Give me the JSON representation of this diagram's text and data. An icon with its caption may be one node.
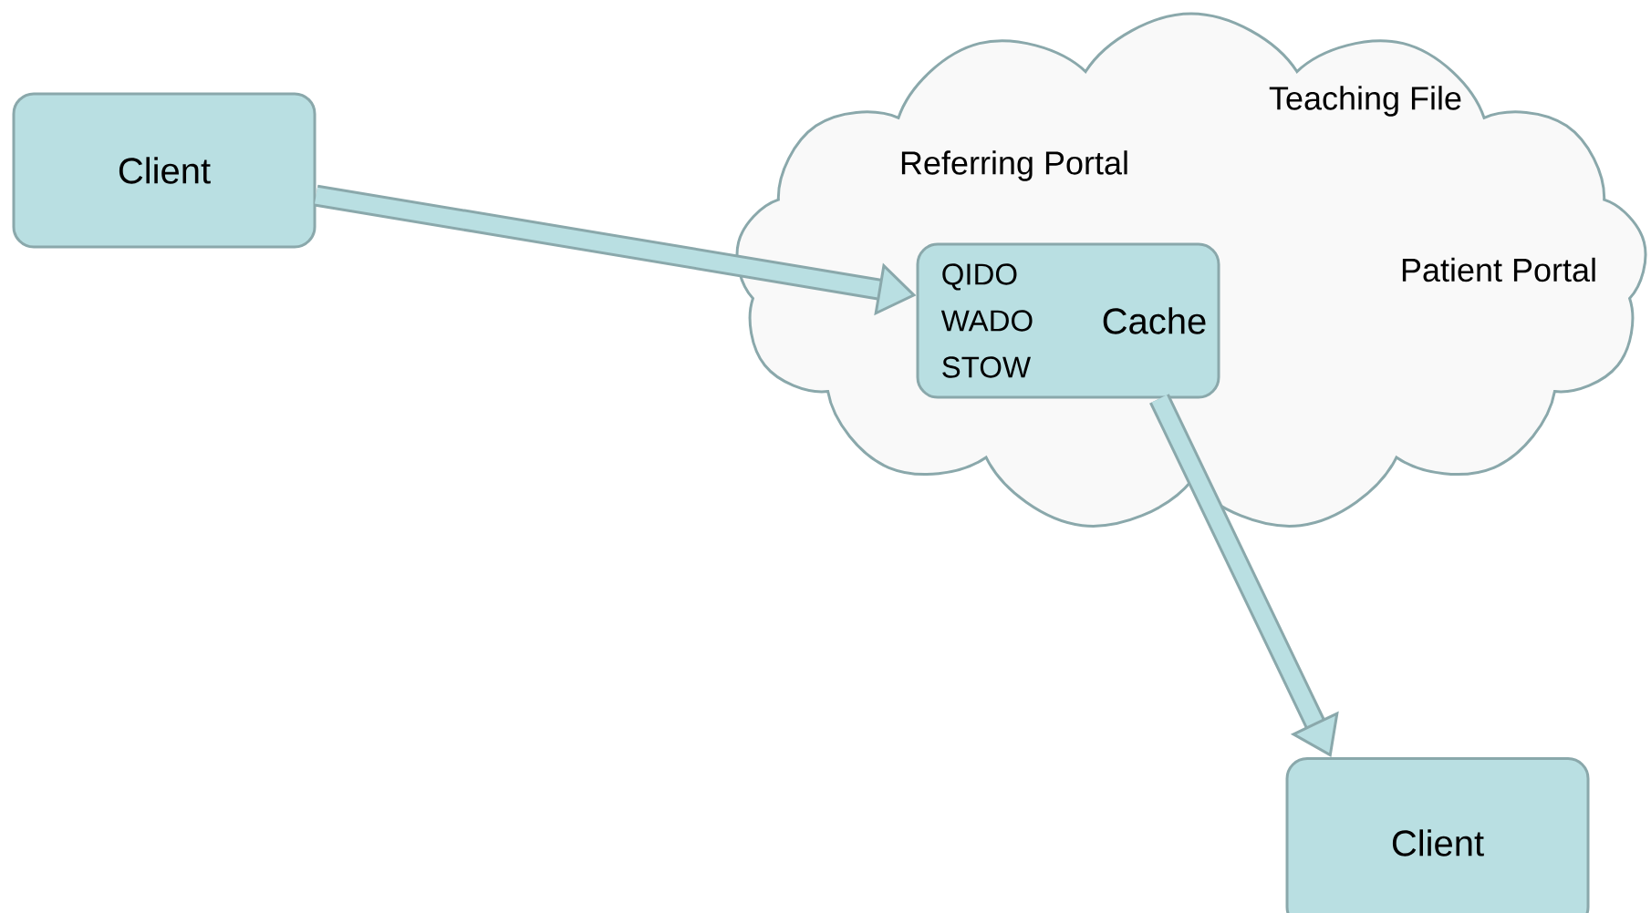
{
  "diagram": {
    "nodes": [
      {
        "text": [
          "Client"
        ]
      },
      {
        "text": [
          "Referring Portal",
          "Teaching File",
          "Patient Portal"
        ]
      },
      {
        "text": [
          "QIDO WADO STOW",
          "Cache"
        ],
        "in": 1
      },
      {
        "text": [
          "Client"
        ]
      }
    ],
    "edges": [
      {
        "from": 0,
        "to": 2,
        "arrow": "to"
      },
      {
        "from": 2,
        "to": 3,
        "arrow": "to"
      }
    ]
  }
}
